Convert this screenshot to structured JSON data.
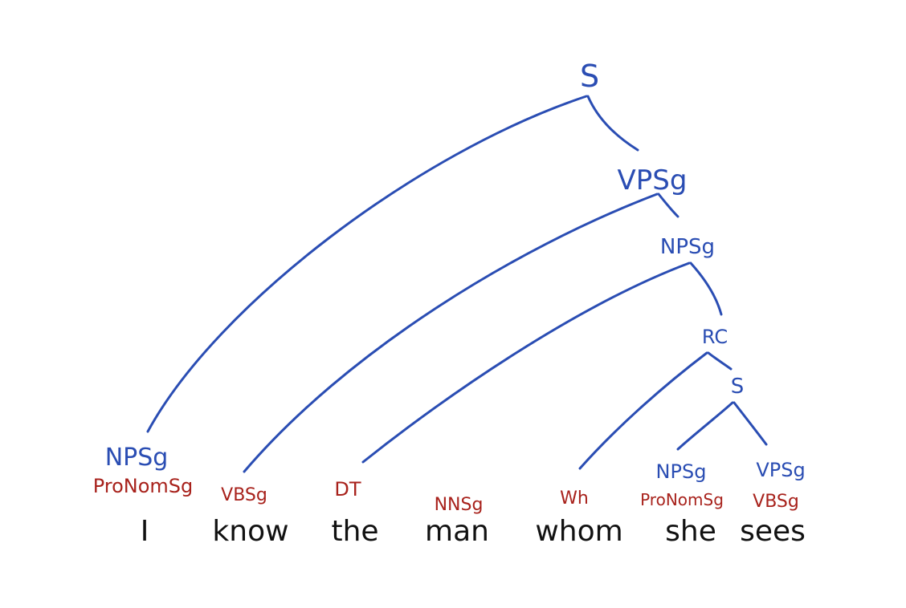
{
  "colors": {
    "node": "#2a4db3",
    "tag": "#a8221c",
    "word": "#111111",
    "background": "#ffffff"
  },
  "tree": {
    "nodes": {
      "s_root": "S",
      "vp_sg": "VPSg",
      "np_sg_obj": "NPSg",
      "rc": "RC",
      "s_rel": "S",
      "np_sg_subj": "NPSg",
      "np_sg_rel": "NPSg",
      "vp_sg_rel": "VPSg"
    },
    "tags": {
      "pro_nom_sg_1": "ProNomSg",
      "vb_sg_1": "VBSg",
      "dt": "DT",
      "nn_sg": "NNSg",
      "wh": "Wh",
      "pro_nom_sg_2": "ProNomSg",
      "vb_sg_2": "VBSg"
    },
    "words": {
      "i": "I",
      "know": "know",
      "the": "the",
      "man": "man",
      "whom": "whom",
      "she": "she",
      "sees": "sees"
    }
  }
}
